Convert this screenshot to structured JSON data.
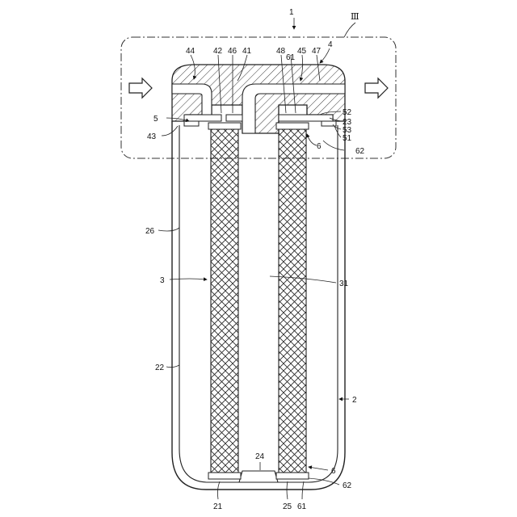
{
  "figure": {
    "labels": {
      "l1": "1",
      "l3roman": "Ⅲ",
      "l4": "4",
      "l44": "44",
      "l42": "42",
      "l46": "46",
      "l41": "41",
      "l48": "48",
      "l61a": "61",
      "l45": "45",
      "l47": "47",
      "l5": "5",
      "l43": "43",
      "l52": "52",
      "l23": "23",
      "l53": "53",
      "l51": "51",
      "l6a": "6",
      "l62a": "62",
      "l26": "26",
      "l3": "3",
      "l31": "31",
      "l22": "22",
      "l2": "2",
      "l24": "24",
      "l6b": "6",
      "l62b": "62",
      "l21": "21",
      "l25": "25",
      "l61b": "61"
    }
  }
}
